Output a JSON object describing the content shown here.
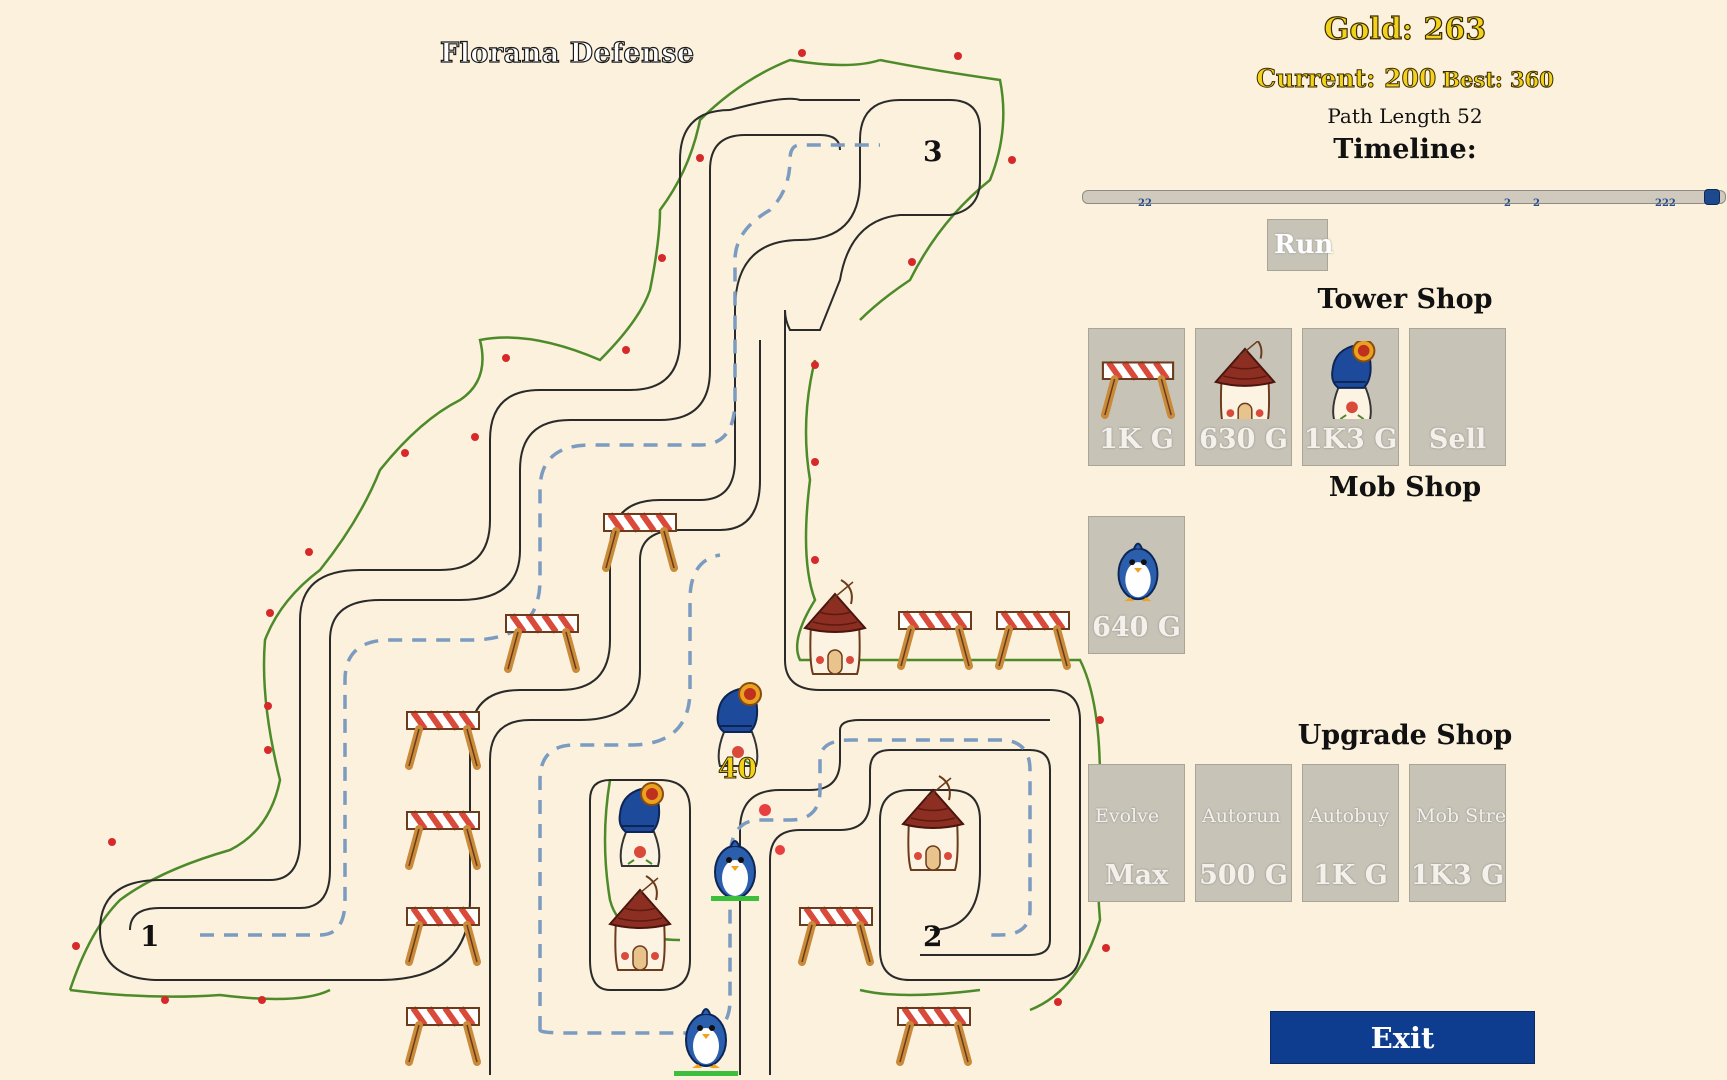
{
  "game_title": "Florana Defense",
  "hud": {
    "gold": "Gold: 263",
    "current": "Current: 200",
    "best": "Best: 360",
    "path_length": "Path Length 52"
  },
  "timeline": {
    "title": "Timeline:",
    "markers": [
      "22",
      "2",
      "2",
      "222"
    ],
    "run_label": "Run"
  },
  "tower_shop": {
    "title": "Tower Shop",
    "items": [
      {
        "icon": "barricade-icon",
        "price": "1K G"
      },
      {
        "icon": "archer-hut-icon",
        "price": "630 G"
      },
      {
        "icon": "cannon-icon",
        "price": "1K3 G"
      },
      {
        "icon": "",
        "price": "Sell"
      }
    ]
  },
  "mob_shop": {
    "title": "Mob Shop",
    "items": [
      {
        "icon": "penguin-icon",
        "price": "640 G"
      }
    ]
  },
  "upgrade_shop": {
    "title": "Upgrade Shop",
    "items": [
      {
        "label": "Evolve",
        "price": "Max"
      },
      {
        "label": "Autorun",
        "price": "500 G"
      },
      {
        "label": "Autobuy",
        "price": "1K G"
      },
      {
        "label": "Mob Strength",
        "price": "1K3 G"
      }
    ]
  },
  "map": {
    "path_labels": [
      "1",
      "2",
      "3"
    ],
    "damage_text": "40"
  },
  "exit_label": "Exit",
  "colors": {
    "background": "#fbf1dc",
    "gold_text": "#f2d21b",
    "shop_tile": "#c7c3b7",
    "exit_button": "#0e3d8f",
    "path_dash": "#7b9bc0",
    "vine_leaf": "#4d8a2a",
    "flower": "#d62a2a"
  }
}
